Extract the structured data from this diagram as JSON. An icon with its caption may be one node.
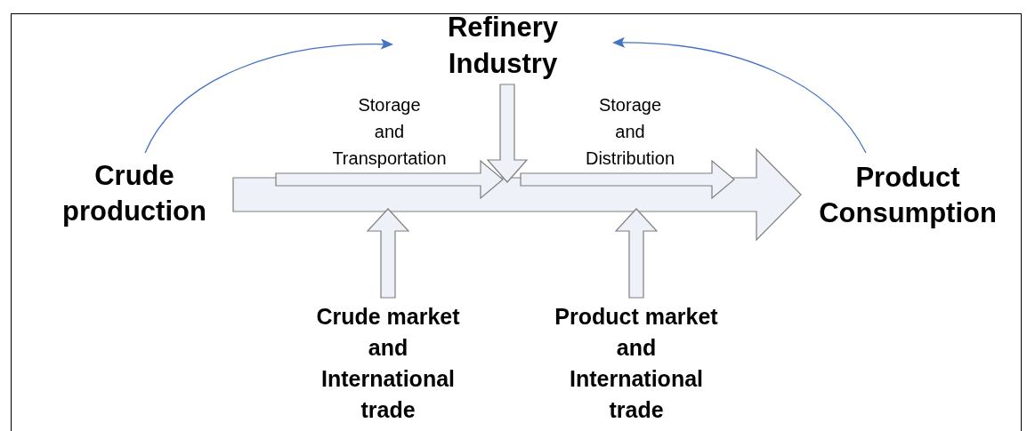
{
  "diagram": {
    "nodes": [
      {
        "text": [
          "Refinery Industry"
        ]
      },
      {
        "text": [
          "Crude production"
        ]
      },
      {
        "text": [
          "Storage and Transportation"
        ]
      },
      {
        "text": [
          "Storage and Distribution"
        ]
      },
      {
        "text": [
          "Product Consumption"
        ]
      },
      {
        "text": [
          "Crude market and International trade"
        ]
      },
      {
        "text": [
          "Product market and International trade"
        ]
      }
    ],
    "edges": [
      {
        "from": 1,
        "to": 0,
        "arrow": "to",
        "color": "#4472c4"
      },
      {
        "from": 4,
        "to": 0,
        "arrow": "to",
        "color": "#4472c4"
      },
      {
        "from": 1,
        "to": 4,
        "arrow": "to",
        "style": "thick"
      },
      {
        "from": 0,
        "to": null,
        "arrow": "to",
        "style": "thick"
      },
      {
        "from": 5,
        "to": null,
        "arrow": "to",
        "style": "thick"
      },
      {
        "from": 6,
        "to": null,
        "arrow": "to",
        "style": "thick"
      }
    ]
  }
}
